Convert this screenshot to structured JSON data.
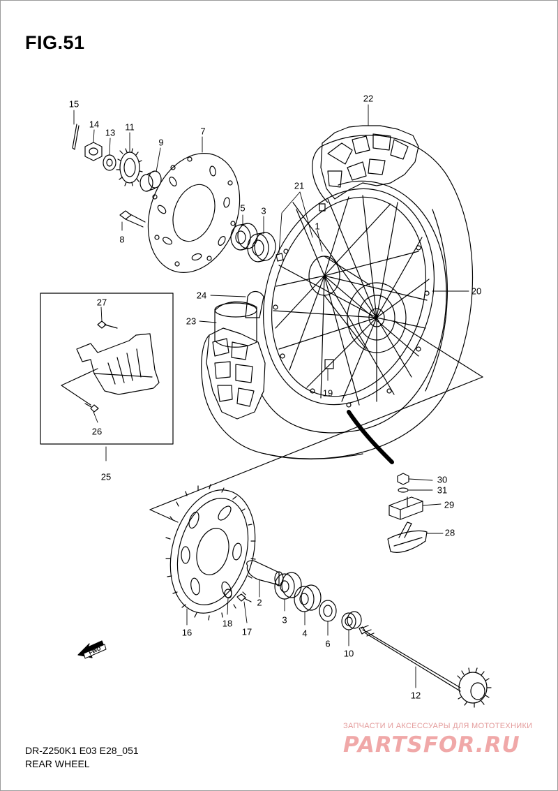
{
  "figure": {
    "title": "FIG.51"
  },
  "footer": {
    "model_code": "DR-Z250K1 E03 E28_051",
    "section_name": "REAR WHEEL"
  },
  "watermark": {
    "caption": "ЗАПЧАСТИ И АКСЕССУАРЫ ДЛЯ МОТОТЕХНИКИ",
    "logo_text": "PARTSFOR.RU",
    "color": "#e8a0a0"
  },
  "fwd_arrow": {
    "label": "FWD",
    "icon": "fwd-arrow-icon"
  },
  "callouts": {
    "c1": "1",
    "c2": "2",
    "c3a": "3",
    "c3b": "3",
    "c4": "4",
    "c5": "5",
    "c6": "6",
    "c7": "7",
    "c8": "8",
    "c9": "9",
    "c10": "10",
    "c11": "11",
    "c12": "12",
    "c13": "13",
    "c14": "14",
    "c15": "15",
    "c16": "16",
    "c17": "17",
    "c18": "18",
    "c19": "19",
    "c20": "20",
    "c21": "21",
    "c22": "22",
    "c23": "23",
    "c24": "24",
    "c25": "25",
    "c26": "26",
    "c27": "27",
    "c28": "28",
    "c29": "29",
    "c30": "30",
    "c31": "31"
  }
}
